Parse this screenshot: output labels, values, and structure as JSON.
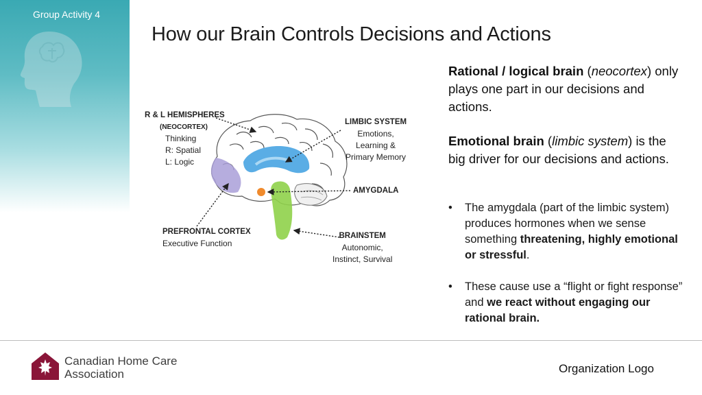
{
  "slide": {
    "activity_label": "Group Activity 4",
    "title": "How our Brain Controls Decisions and Actions"
  },
  "content": {
    "para1": {
      "bold": "Rational / logical brain",
      "italic": "neocortex",
      "rest": "only plays one part in our decisions and actions."
    },
    "para2": {
      "bold": "Emotional brain",
      "italic": "limbic system",
      "rest": "is the big driver for our decisions and actions."
    },
    "bullets": [
      {
        "text": "The amygdala (part of the limbic system) produces hormones when we sense something",
        "bold": "threatening, highly emotional or stressful",
        "end": "."
      },
      {
        "text": "These cause use a “flight or fight response” and",
        "bold": "we react without engaging our rational brain.",
        "end": ""
      }
    ]
  },
  "diagram": {
    "hemispheres": {
      "title": "R & L HEMISPHERES",
      "sub": "(NEOCORTEX)",
      "lines": [
        "Thinking",
        "R: Spatial",
        "L: Logic"
      ]
    },
    "limbic": {
      "title": "LIMBIC SYSTEM",
      "lines": [
        "Emotions,",
        "Learning &",
        "Primary Memory"
      ]
    },
    "amygdala": {
      "title": "AMYGDALA"
    },
    "prefrontal": {
      "title": "PREFRONTAL CORTEX",
      "lines": [
        "Executive Function"
      ]
    },
    "brainstem": {
      "title": "BRAINSTEM",
      "lines": [
        "Autonomic,",
        "Instinct, Survival"
      ]
    },
    "colors": {
      "prefrontal": "#a99fd8",
      "limbic": "#3d9fe0",
      "brainstem": "#8fd24a",
      "amygdala": "#f08a2c"
    }
  },
  "footer": {
    "org_name_line1": "Canadian Home Care",
    "org_name_line2": "Association",
    "logo_placeholder": "Organization Logo",
    "brand_color": "#8a1538"
  }
}
